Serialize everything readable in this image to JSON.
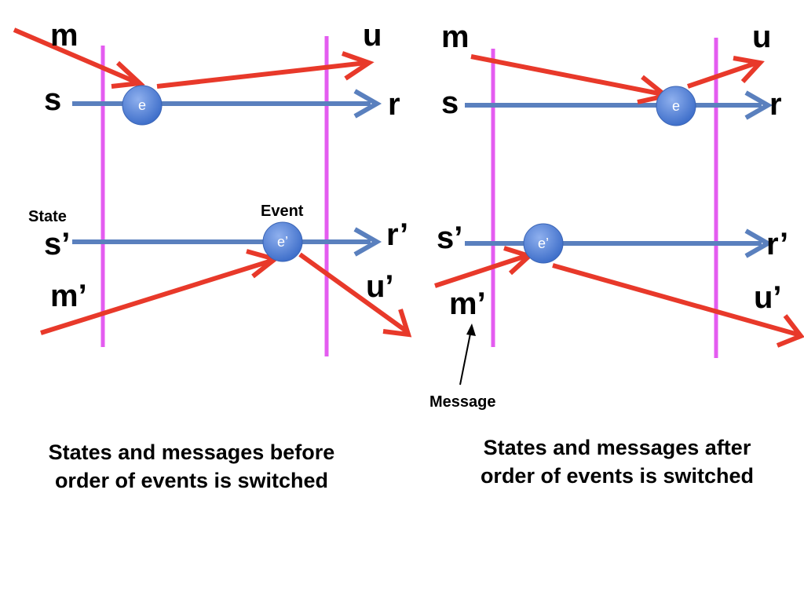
{
  "colors": {
    "message_arrow": "#e8392a",
    "state_arrow": "#5a80be",
    "cut_line": "#e45cf0",
    "event_node": "#4f7fd6",
    "annotation": "#000000"
  },
  "left": {
    "labels": {
      "m": "m",
      "u": "u",
      "s": "s",
      "r": "r",
      "s_prime": "s’",
      "r_prime": "r’",
      "m_prime": "m’",
      "u_prime": "u’",
      "state": "State",
      "event": "Event"
    },
    "events": {
      "e": "e",
      "e_prime": "e’"
    },
    "caption": {
      "line1": "States and messages before",
      "line2": "order of events is switched"
    }
  },
  "right": {
    "labels": {
      "m": "m",
      "u": "u",
      "s": "s",
      "r": "r",
      "s_prime": "s’",
      "r_prime": "r’",
      "m_prime": "m’",
      "u_prime": "u’",
      "message": "Message"
    },
    "events": {
      "e": "e",
      "e_prime": "e’"
    },
    "caption": {
      "line1": "States and messages after",
      "line2": "order of events is switched"
    }
  }
}
